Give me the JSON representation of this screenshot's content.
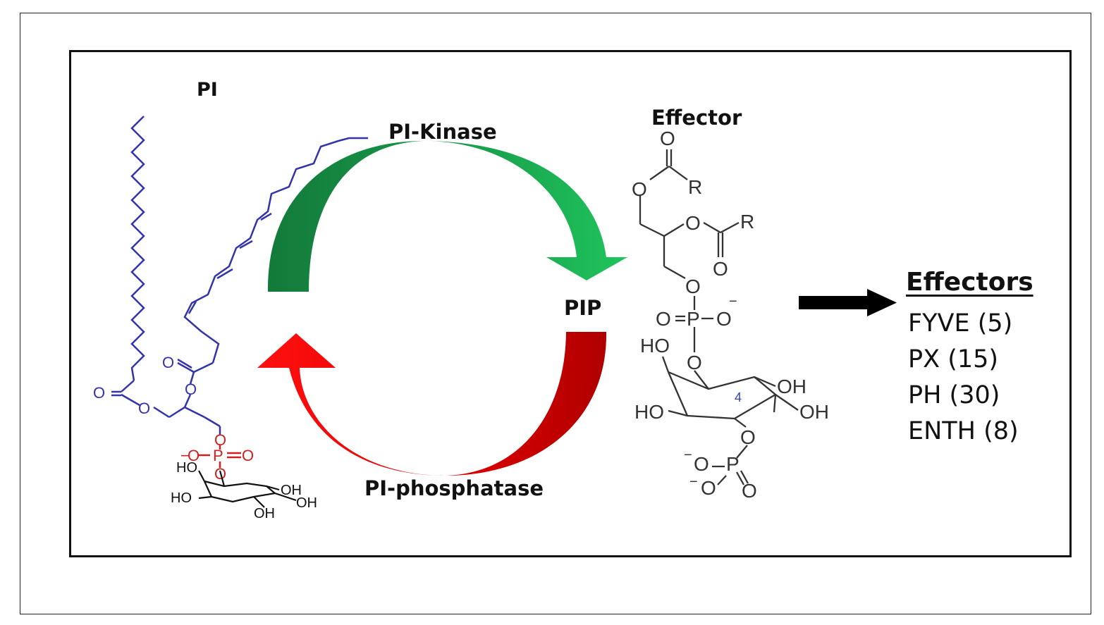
{
  "colors": {
    "kinase_arrow": "#1a9a4a",
    "phosphatase_arrow": "#e00000",
    "pi_tail": "#3333aa",
    "phosphate": "#cc2222",
    "structure_gray": "#333333"
  },
  "labels": {
    "pi": "PI",
    "kinase": "PI-Kinase",
    "effector": "Effector",
    "pip": "PIP",
    "phosphatase": "PI-phosphatase"
  },
  "atoms": {
    "O": "O",
    "R": "R",
    "P": "P",
    "HO": "HO",
    "OH": "OH",
    "minus": "−",
    "ring_position": "4"
  },
  "effectors": {
    "title": "Effectors",
    "items": [
      "FYVE (5)",
      "PX (15)",
      "PH (30)",
      "ENTH (8)"
    ]
  }
}
